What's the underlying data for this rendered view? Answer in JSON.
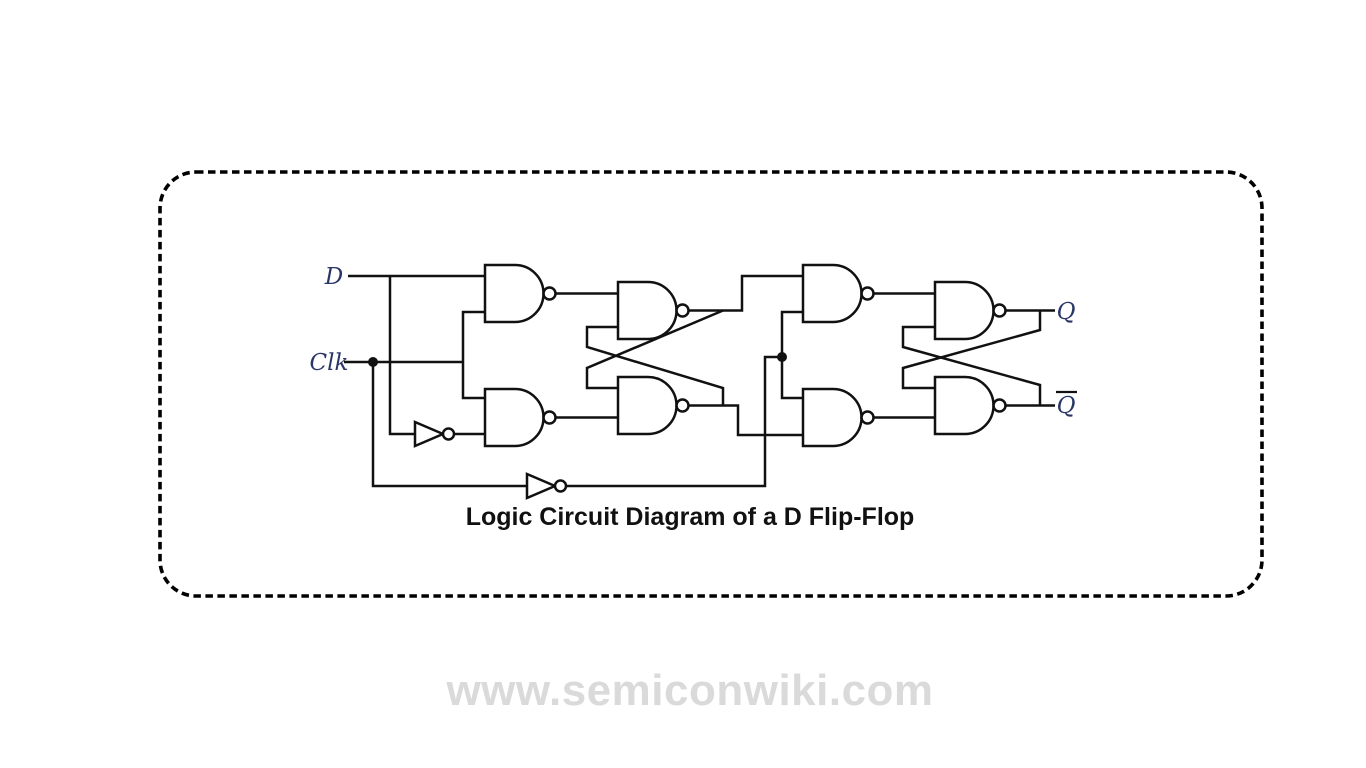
{
  "figure": {
    "caption": "Logic Circuit Diagram of a D Flip-Flop",
    "watermark": "www.semiconwiki.com",
    "labels": {
      "d": "D",
      "clk": "Clk",
      "q": "Q",
      "q_bar": "Q",
      "q_bar_has_overline": true
    },
    "colors": {
      "background": "#ffffff",
      "wire": "#111111",
      "border": "#000000",
      "pin_label": "#2a3668",
      "caption": "#111111",
      "watermark": "#dadada"
    },
    "components": {
      "nand_gate_count": 8,
      "inverter_count": 2,
      "junction_dot_count": 2
    }
  }
}
